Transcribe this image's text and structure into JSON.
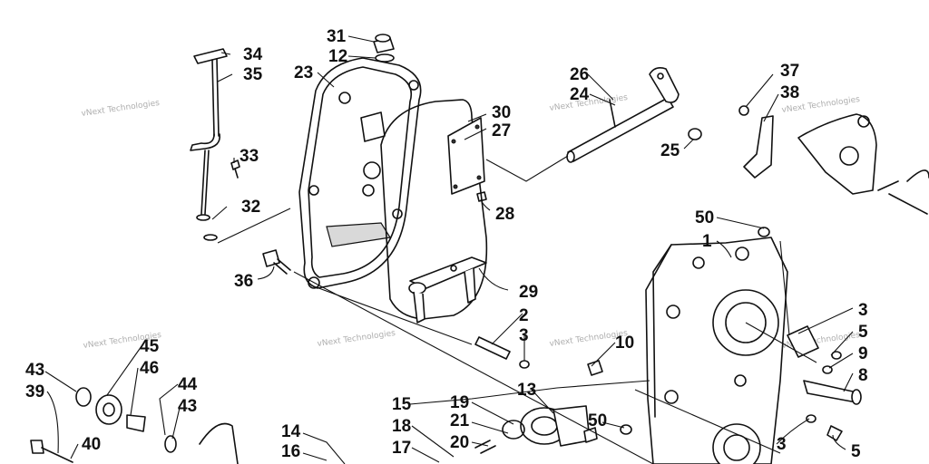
{
  "watermark": {
    "text": "vNext Technologies"
  },
  "callouts": {
    "n1": "1",
    "n2": "2",
    "n3a": "3",
    "n3b": "3",
    "n3c": "3",
    "n5a": "5",
    "n5b": "5",
    "n8": "8",
    "n9": "9",
    "n10": "10",
    "n12": "12",
    "n13": "13",
    "n14": "14",
    "n15": "15",
    "n16": "16",
    "n17": "17",
    "n18": "18",
    "n19": "19",
    "n20": "20",
    "n21": "21",
    "n23": "23",
    "n24": "24",
    "n25": "25",
    "n26": "26",
    "n27": "27",
    "n28": "28",
    "n29": "29",
    "n30": "30",
    "n31": "31",
    "n32": "32",
    "n33": "33",
    "n34": "34",
    "n35": "35",
    "n36": "36",
    "n37": "37",
    "n38": "38",
    "n39": "39",
    "n40": "40",
    "n43a": "43",
    "n43b": "43",
    "n44": "44",
    "n45": "45",
    "n46": "46",
    "n50a": "50",
    "n50b": "50"
  }
}
